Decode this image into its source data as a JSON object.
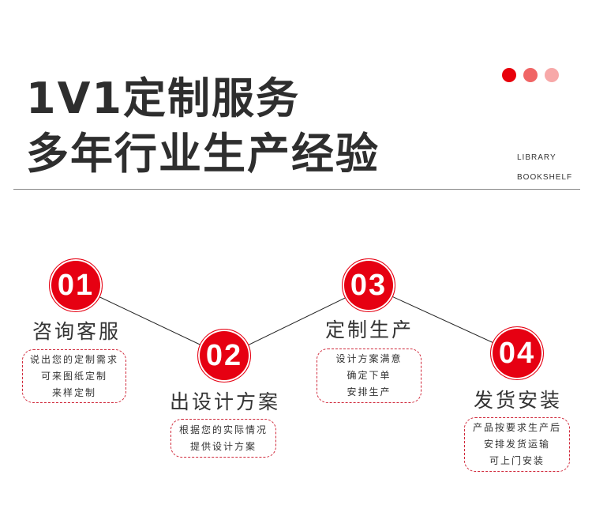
{
  "header": {
    "line1": "1V1定制服务",
    "line2": "多年行业生产经验",
    "en1": "LIBRARY",
    "en2": "BOOKSHELF",
    "dot_colors": [
      "#e8000b",
      "#f06565",
      "#f7a8a8"
    ]
  },
  "steps": [
    {
      "num": "01",
      "title": "咨询客服",
      "lines": [
        "说出您的定制需求",
        "可来图纸定制",
        "来样定制"
      ]
    },
    {
      "num": "02",
      "title": "出设计方案",
      "lines": [
        "根据您的实际情况",
        "提供设计方案"
      ]
    },
    {
      "num": "03",
      "title": "定制生产",
      "lines": [
        "设计方案满意",
        "确定下单",
        "安排生产"
      ]
    },
    {
      "num": "04",
      "title": "发货安装",
      "lines": [
        "产品按要求生产后",
        "安排发货运输",
        "可上门安装"
      ]
    }
  ],
  "accent": "#e60012"
}
